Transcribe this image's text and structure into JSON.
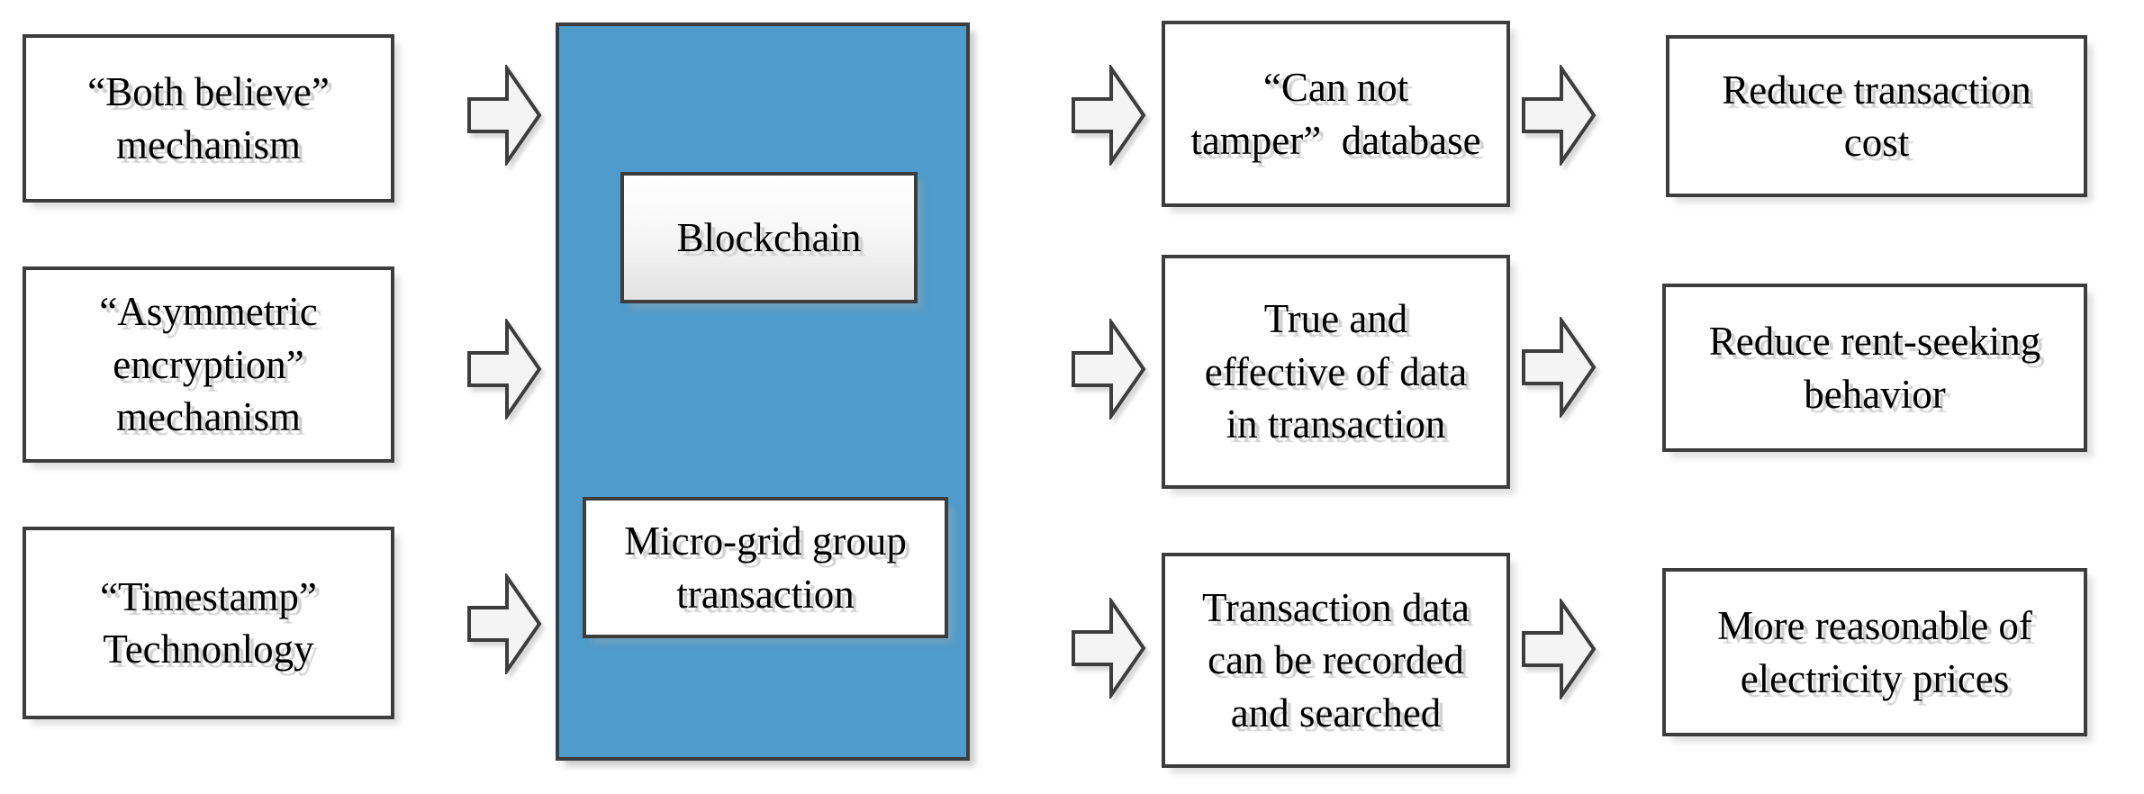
{
  "diagram": {
    "left_column": [
      {
        "label": "“Both believe”\nmechanism"
      },
      {
        "label": "“Asymmetric\nencryption”\nmechanism"
      },
      {
        "label": "“Timestamp”\nTechnonlogy"
      }
    ],
    "center": {
      "panel_color": "#4f9bcb",
      "boxes": [
        {
          "label": "Blockchain"
        },
        {
          "label": "Micro-grid group\ntransaction"
        }
      ]
    },
    "middle_column": [
      {
        "label": "“Can not\ntamper”  database"
      },
      {
        "label": "True and\neffective of data\nin transaction"
      },
      {
        "label": "Transaction data\ncan be recorded\nand searched"
      }
    ],
    "right_column": [
      {
        "label": "Reduce transaction\ncost"
      },
      {
        "label": "Reduce rent-seeking\nbehavior"
      },
      {
        "label": "More reasonable of\nelectricity prices"
      }
    ],
    "icons": {
      "arrow": "right-block-arrow"
    },
    "colors": {
      "panel_blue": "#4f9bcb",
      "border_dark": "#3d3d3d",
      "text_black": "#000000",
      "text_shadow_gray": "#d2d2d2",
      "arrow_fill": "#f4f4f4"
    }
  }
}
